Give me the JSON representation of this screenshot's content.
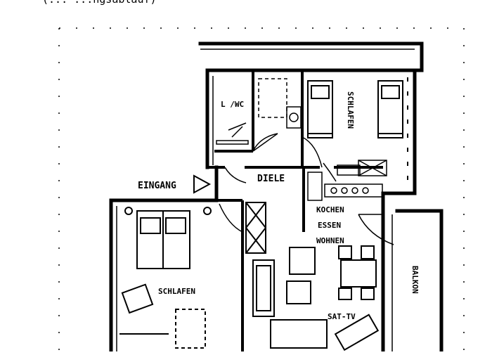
{
  "header": {
    "cropped_text": "(... ...ngsablauf)"
  },
  "labels": {
    "wc": "L /WC",
    "schlafen_top": "SCHLAFEN",
    "eingang": "EINGANG",
    "diele": "DIELE",
    "kochen": "KOCHEN",
    "essen": "ESSEN",
    "wohnen": "WOHNEN",
    "schlafen_left": "SCHLAFEN",
    "balkon": "BALKON",
    "sat_tv": "SAT-TV"
  },
  "colors": {
    "ink": "#000000",
    "paper": "#ffffff"
  }
}
